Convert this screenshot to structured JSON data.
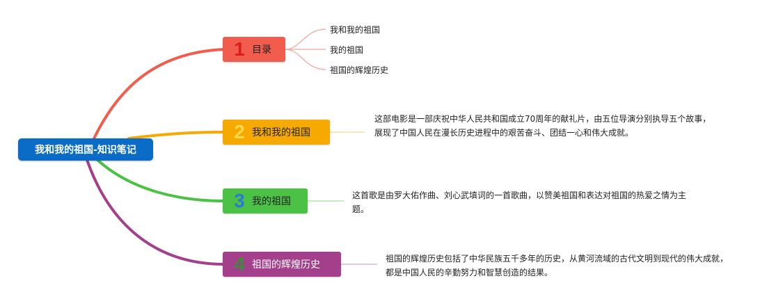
{
  "root": {
    "label": "我和我的祖国-知识笔记",
    "color": "#0b6cc7"
  },
  "branches": [
    {
      "num": "1",
      "label": "目录",
      "color": "#f25c4d",
      "children": [
        "我和我的祖国",
        "我的祖国",
        "祖国的辉煌历史"
      ]
    },
    {
      "num": "2",
      "label": "我和我的祖国",
      "color": "#f6a900",
      "desc": "这部电影是一部庆祝中华人民共和国成立70周年的献礼片，由五位导演分别执导五个故事，展现了中国人民在漫长历史进程中的艰苦奋斗、团结一心和伟大成就。"
    },
    {
      "num": "3",
      "label": "我的祖国",
      "color": "#4bc246",
      "desc": "这首歌是由罗大佑作曲、刘心武填词的一首歌曲，以赞美祖国和表达对祖国的热爱之情为主题。"
    },
    {
      "num": "4",
      "label": "祖国的辉煌历史",
      "color": "#a43f8c",
      "desc": "祖国的辉煌历史包括了中华民族五千多年的历史，从黄河流域的古代文明到现代的伟大成就，都是中国人民的辛勤努力和智慧创造的结果。"
    }
  ]
}
